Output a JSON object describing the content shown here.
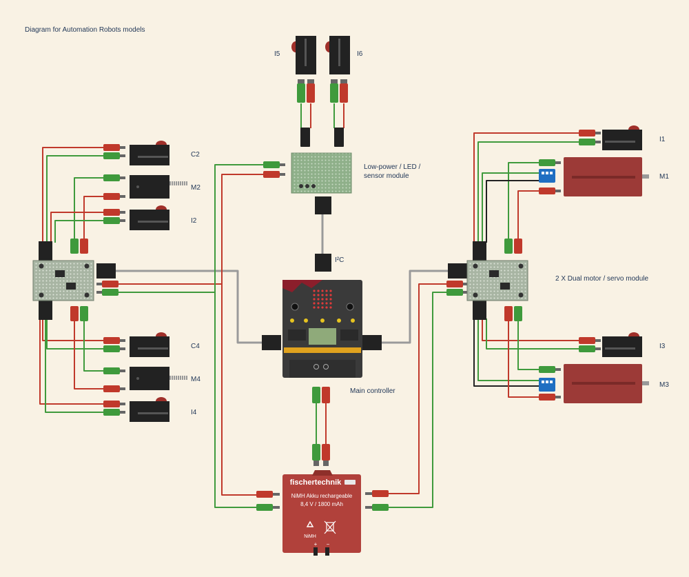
{
  "diagram_title": "Diagram for Automation Robots models",
  "labels": {
    "i5": "I5",
    "i6": "I6",
    "sensor_module": "Low-power / LED /\nsensor module",
    "i2c": "I²C",
    "main_controller": "Main controller",
    "motor_module": "2 X Dual motor / servo module",
    "c2": "C2",
    "m2": "M2",
    "i2": "I2",
    "c4": "C4",
    "m4": "M4",
    "i4": "I4",
    "i1": "I1",
    "m1": "M1",
    "i3": "I3",
    "m3": "M3"
  },
  "battery": {
    "brand": "fischertechnik",
    "line1": "NiMH Akku rechargeable",
    "line2": "8,4 V / 1800 mAh",
    "chem": "NiMH",
    "plus": "+",
    "minus": "−"
  },
  "colors": {
    "background": "#f9f2e4",
    "wire_red": "#c0392b",
    "wire_green": "#3f9a3c",
    "wire_black": "#222222",
    "wire_grey": "#9a9a9a",
    "motor_red": "#9c3a37",
    "battery_red": "#b1413b",
    "pcb_green": "#8fb08a",
    "label_blue": "#1f3556"
  }
}
